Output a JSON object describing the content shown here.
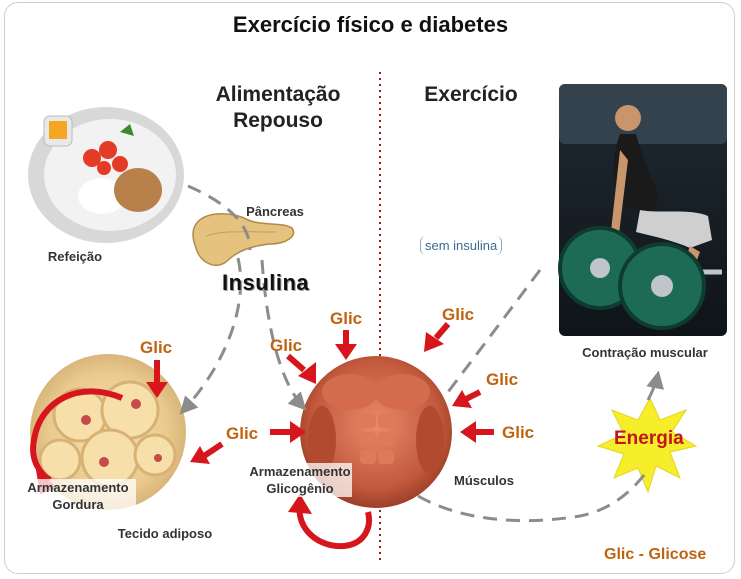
{
  "title": "Exercício físico e diabetes",
  "left_heading": {
    "line1": "Alimentação",
    "line2": "Repouso"
  },
  "right_heading": "Exercício",
  "labels": {
    "refeicao": "Refeição",
    "pancreas": "Pâncreas",
    "insulina": "Insulina",
    "sem_insulina": "sem insulina",
    "contracao": "Contração muscular",
    "armazenamento_gordura": {
      "line1": "Armazenamento",
      "line2": "Gordura"
    },
    "tecido_adiposo": "Tecido adiposo",
    "armazenamento_glicogenio": {
      "line1": "Armazenamento",
      "line2": "Glicogênio"
    },
    "musculos": "Músculos",
    "energia": "Energia",
    "legend": "Glic - Glicose"
  },
  "glic_label": "Glic",
  "colors": {
    "glic_text": "#c0630f",
    "arrow_red": "#d6161c",
    "dashed": "#8c8c8c",
    "divider": "#9b1b1b",
    "energia_text": "#c0171c",
    "burst": "#f6ee2a"
  },
  "icons": [
    "meal-plate-icon",
    "pancreas-icon",
    "fat-cells-icon",
    "muscle-torso-icon",
    "athlete-deadlift-image",
    "energy-burst-icon"
  ]
}
